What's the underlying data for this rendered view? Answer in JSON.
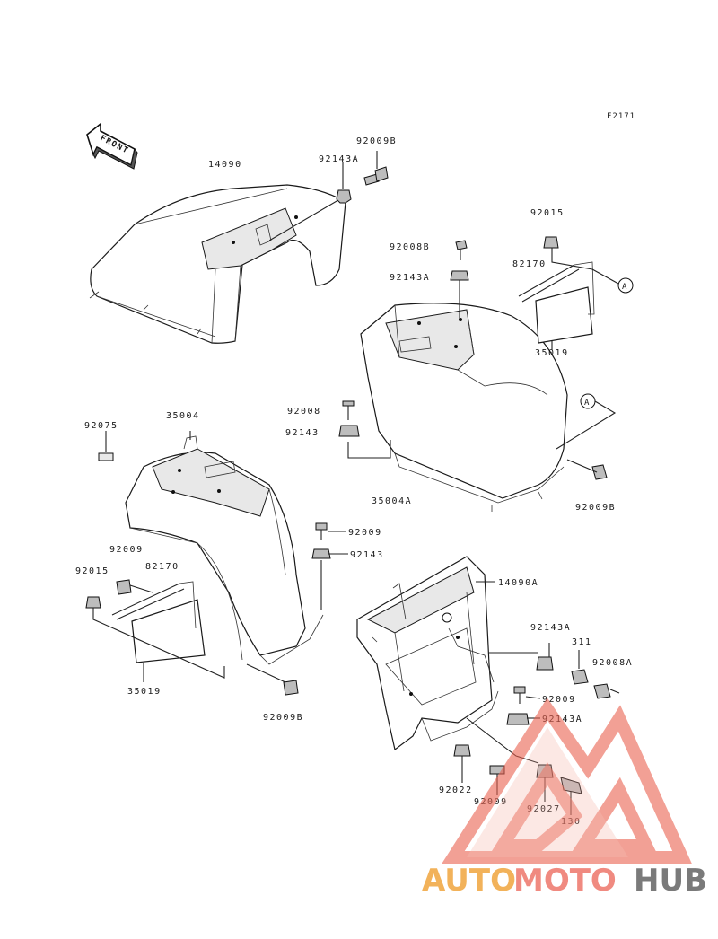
{
  "ref_code": "F2171",
  "front_label": "FRONT",
  "callout_letter": "A",
  "watermark": {
    "part1": "AUTO",
    "part2": "MOTO",
    "part3": "HUB",
    "color1": "#f2b25a",
    "color2": "#f08a80",
    "color3": "#7a7a7a",
    "triangle_color": "#e8604f"
  },
  "labels": {
    "p14090": "14090",
    "p92009B_top": "92009B",
    "p92143A_top": "92143A",
    "p92015_right": "92015",
    "p92008B": "92008B",
    "p82170_right": "82170",
    "p92143A_mid": "92143A",
    "p35019_right": "35019",
    "p92008": "92008",
    "p92143_mid": "92143",
    "p35004A": "35004A",
    "p92009B_right": "92009B",
    "p92075": "92075",
    "p35004": "35004",
    "p92009_center": "92009",
    "p92143_center": "92143",
    "p92009_left": "92009",
    "p92015_left": "92015",
    "p82170_left": "82170",
    "p35019_left": "35019",
    "p92009B_bottom": "92009B",
    "p14090A": "14090A",
    "p92143A_lower": "92143A",
    "p311": "311",
    "p92008A": "92008A",
    "p92009_lower": "92009",
    "p92143A_bottom": "92143A",
    "p92022": "92022",
    "p92009_bottom": "92009",
    "p92027": "92027",
    "p130": "130"
  }
}
